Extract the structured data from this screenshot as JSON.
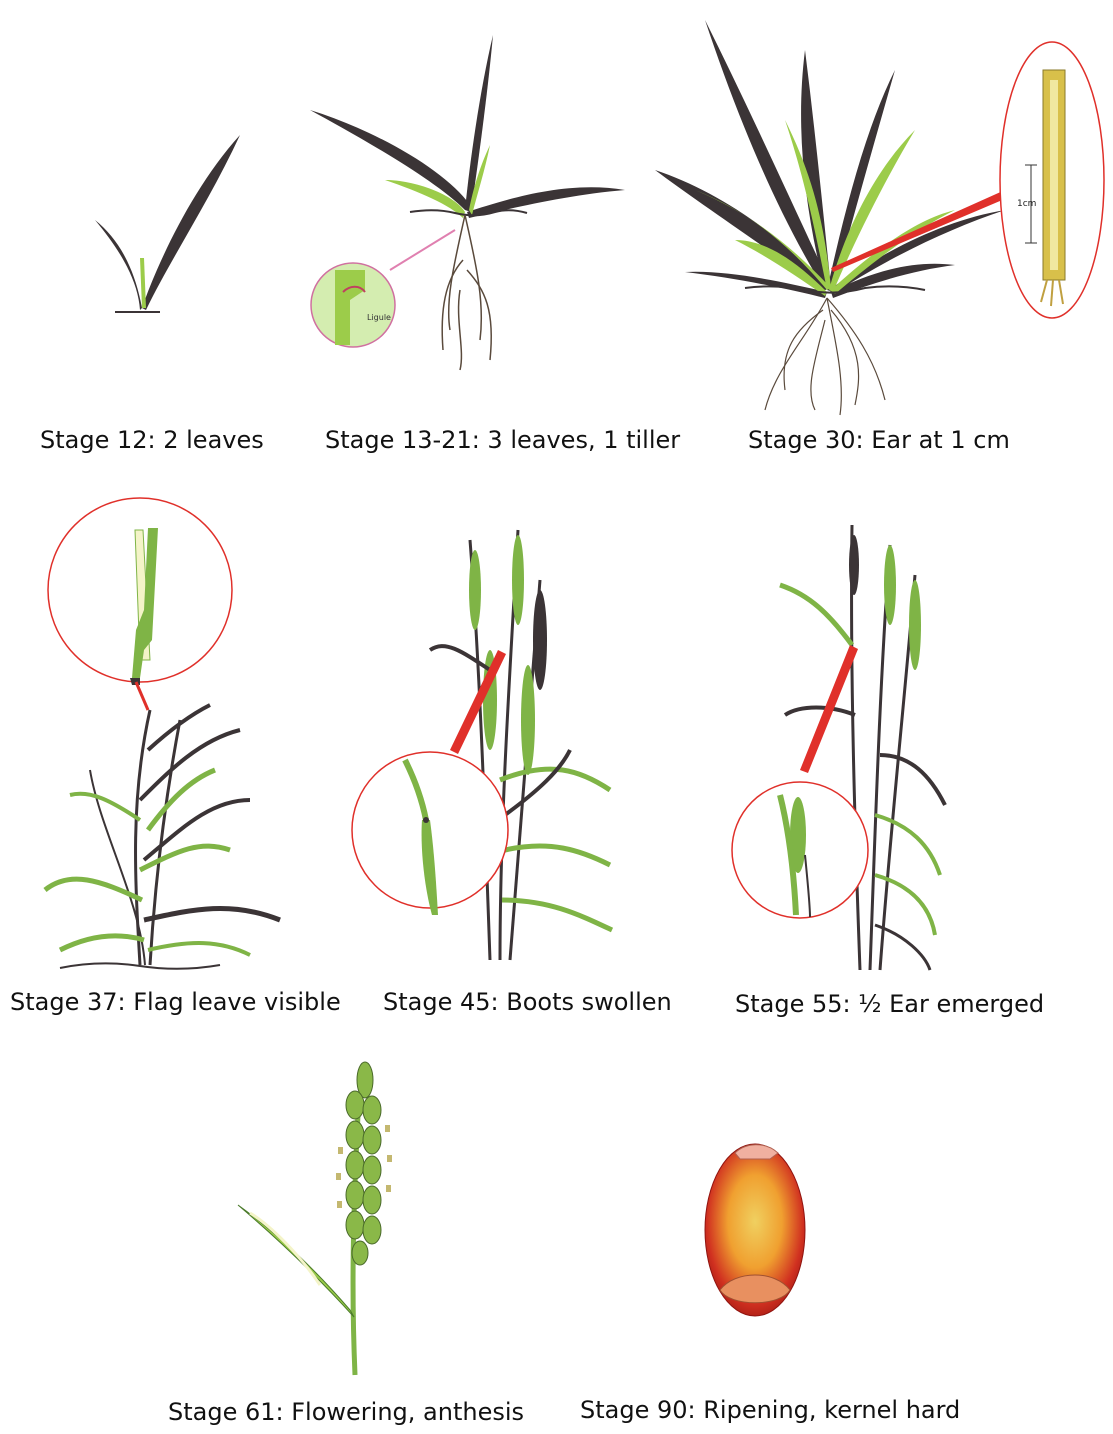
{
  "stages": [
    {
      "label": "Stage 12: 2 leaves"
    },
    {
      "label": "Stage 13-21: 3 leaves, 1 tiller",
      "inset_label": "Ligule"
    },
    {
      "label": "Stage 30: Ear at 1 cm",
      "inset_label": "1cm"
    },
    {
      "label": "Stage 37: Flag leave visible"
    },
    {
      "label": "Stage 45: Boots swollen"
    },
    {
      "label": "Stage 55: ½ Ear emerged"
    },
    {
      "label": "Stage 61: Flowering, anthesis"
    },
    {
      "label": "Stage 90: Ripening, kernel hard"
    }
  ],
  "colors": {
    "dark_leaf": "#3b3436",
    "light_leaf": "#9ccc4a",
    "stem": "#7fb446",
    "callout": "#e0302a",
    "root": "#5a4a3c",
    "kernel_outer": "#c8201c",
    "kernel_inner": "#f0c24a"
  }
}
